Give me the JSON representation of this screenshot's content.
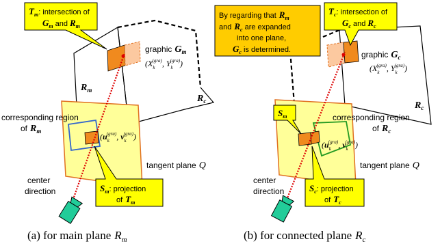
{
  "colors": {
    "plane_stroke": "#000000",
    "tangent_fill": "#ffff99",
    "tangent_stroke": "#e07020",
    "projection_region_main": "#3366cc",
    "projection_region_connected": "#229922",
    "graphic_orange": "#f08a1e",
    "graphic_light_orange": "#fcc9a0",
    "callout_fill": "#ffff00",
    "note_fill": "#ffcc00",
    "ray_color": "#dd0000",
    "camera_fill": "#22cc99"
  },
  "left_panel": {
    "callout_T": {
      "symbol": "T",
      "sub": "m",
      "text": ": intersection of",
      "line2_symbol": "G",
      "line2_sub": "m",
      "line2_and": "and",
      "line2_symbol2": "R",
      "line2_sub2": "m"
    },
    "graphic_label": {
      "text": "graphic",
      "symbol": "G",
      "sub": "m"
    },
    "graphic_coords": "(X_k^(gra), Y_k^(gra))",
    "plane_label_main": {
      "symbol": "R",
      "sub": "m"
    },
    "plane_label_connected": {
      "symbol": "R",
      "sub": "c"
    },
    "region_label_line1": "corresponding region",
    "region_label_line2": {
      "prefix": "of",
      "symbol": "R",
      "sub": "m"
    },
    "image_coords": "(u_k^(gra), v_k^(gra))",
    "tangent_label": {
      "text": "tangent plane",
      "symbol": "Q"
    },
    "center_label_line1": "center",
    "center_label_line2": "direction",
    "callout_S": {
      "symbol": "S",
      "sub": "m",
      "text": ": projection",
      "line2_prefix": "of",
      "line2_symbol": "T",
      "line2_sub": "m"
    },
    "caption": {
      "text": "(a) for main plane",
      "symbol": "R",
      "sub": "m"
    }
  },
  "right_panel": {
    "note_line1": {
      "text": "By regarding that",
      "symbol": "R",
      "sub": "m"
    },
    "note_line2": {
      "text_and": "and",
      "symbol": "R",
      "sub": "c",
      "text": "are expanded"
    },
    "note_line3": "into one plane,",
    "note_line4": {
      "symbol": "G",
      "sub": "c",
      "text": "is determined."
    },
    "callout_T": {
      "symbol": "T",
      "sub": "c",
      "text": ": intersection of",
      "line2_symbol": "G",
      "line2_sub": "c",
      "line2_and": "and",
      "line2_symbol2": "R",
      "line2_sub2": "c"
    },
    "graphic_label": {
      "text": "graphic",
      "symbol": "G",
      "sub": "c"
    },
    "graphic_coords": "(X_k^(gra), Y_k^(gra))",
    "plane_label_connected": {
      "symbol": "R",
      "sub": "c"
    },
    "region_label_line1": "corresponding region",
    "region_label_line2": {
      "prefix": "of",
      "symbol": "R",
      "sub": "c"
    },
    "callout_S_small": {
      "symbol": "S",
      "sub": "m"
    },
    "image_coords": "(u_k^(gra), v_k^(gra))",
    "tangent_label": {
      "text": "tangent plane",
      "symbol": "Q"
    },
    "center_label_line1": "center",
    "center_label_line2": "direction",
    "callout_S": {
      "symbol": "S",
      "sub": "c",
      "text": ": projection",
      "line2_prefix": "of",
      "line2_symbol": "T",
      "line2_sub": "c"
    },
    "caption": {
      "text": "(b) for connected plane",
      "symbol": "R",
      "sub": "c"
    }
  }
}
